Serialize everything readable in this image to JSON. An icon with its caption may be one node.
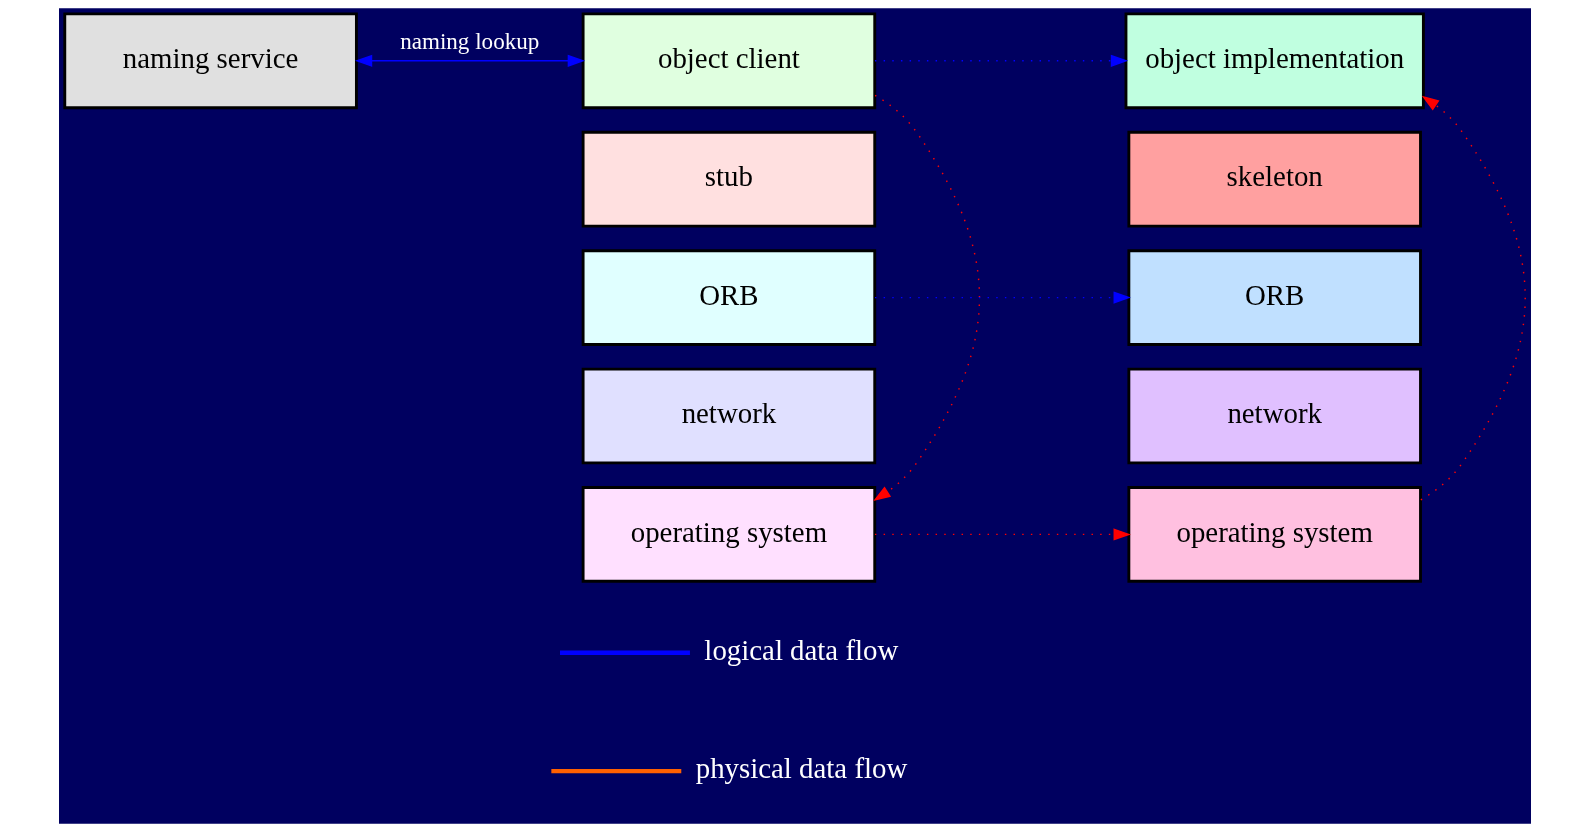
{
  "diagram": {
    "nodes": [
      {
        "text": [
          "naming service"
        ]
      },
      {
        "text": [
          "object client"
        ]
      },
      {
        "text": [
          "stub"
        ]
      },
      {
        "text": [
          "ORB"
        ]
      },
      {
        "text": [
          "network"
        ]
      },
      {
        "text": [
          "operating system"
        ]
      },
      {
        "text": [
          "object implementation"
        ]
      },
      {
        "text": [
          "skeleton"
        ]
      },
      {
        "text": [
          "ORB"
        ]
      },
      {
        "text": [
          "network"
        ]
      },
      {
        "text": [
          "operating system"
        ]
      }
    ],
    "edges": [
      {
        "from": 0,
        "to": 1,
        "arrow": "both",
        "label": "naming lookup",
        "color": "#0000ff"
      },
      {
        "from": 1,
        "to": 6,
        "arrow": "to",
        "style": "dashed",
        "color": "#0000ff"
      },
      {
        "from": 3,
        "to": 8,
        "arrow": "to",
        "style": "dashed",
        "color": "#0000ff"
      },
      {
        "from": 1,
        "to": 5,
        "arrow": "to",
        "style": "dashed",
        "color": "#ff0000"
      },
      {
        "from": 5,
        "to": 10,
        "arrow": "to",
        "style": "dashed",
        "color": "#ff0000"
      },
      {
        "from": 10,
        "to": 6,
        "arrow": "to",
        "style": "dashed",
        "color": "#ff0000"
      }
    ],
    "legend": [
      {
        "text": "logical data flow"
      },
      {
        "text": "physical data flow"
      }
    ]
  }
}
